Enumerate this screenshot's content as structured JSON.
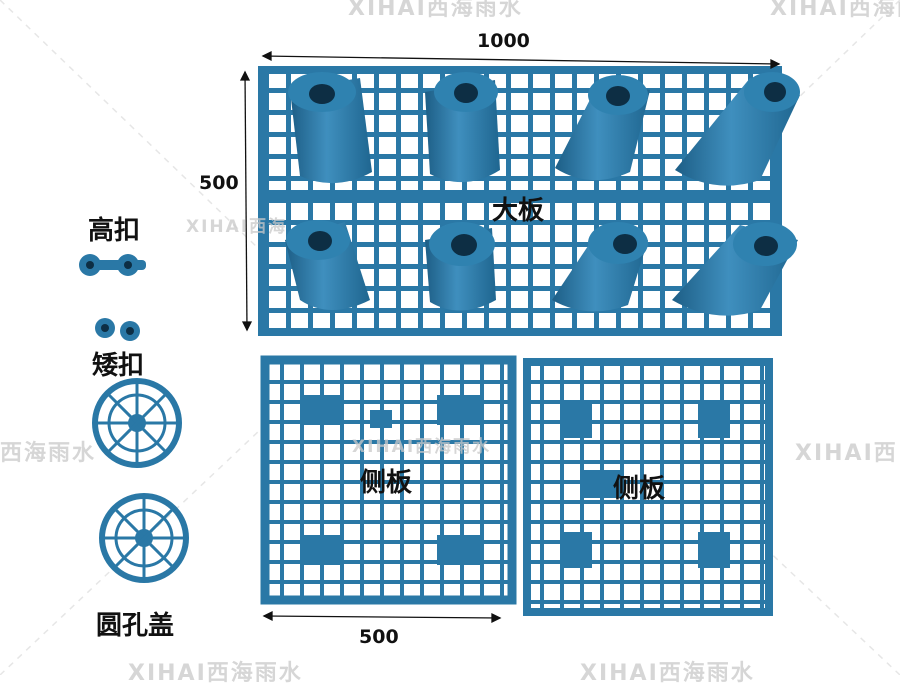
{
  "watermark": {
    "top_center": "XIHAI西海雨水",
    "top_right": "XIHAI西海雨水",
    "mid_left": "西海雨水",
    "mid_center_a": "XIHAI西海",
    "mid_center_b": "XIHAI西海雨水",
    "mid_right": "XIHAI西",
    "bottom_center": "XIHAI西海雨水",
    "bottom_right": "XIHAI西海雨水"
  },
  "dimensions": {
    "top_width": "1000",
    "left_height": "500",
    "bottom_width": "500"
  },
  "labels": {
    "big_plate": "大板",
    "side_plate_left": "侧板",
    "side_plate_right": "侧板",
    "high_clip": "高扣",
    "low_clip": "矮扣",
    "round_hole_cover": "圆孔盖"
  },
  "colors": {
    "plastic": "#2a78a6",
    "plastic_dark": "#1d5e86",
    "plastic_light": "#4a97c4",
    "background": "#ffffff"
  }
}
